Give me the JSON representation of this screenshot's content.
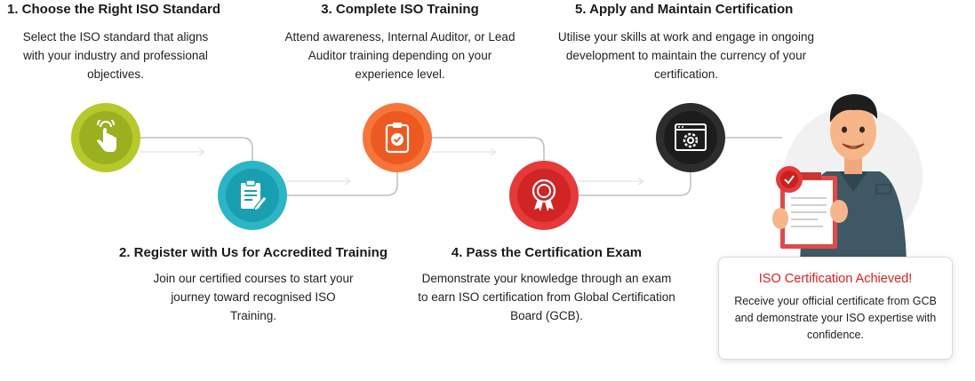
{
  "steps": [
    {
      "number": "1.",
      "title": "1. Choose the Right ISO Standard",
      "desc": "Select the ISO standard that aligns with your industry and professional objectives.",
      "color": "#b7c92a",
      "icon": "hand-pointer-icon"
    },
    {
      "number": "2.",
      "title": "2. Register with Us for Accredited Training",
      "desc": "Join our certified courses to start your journey toward recognised ISO Training.",
      "color": "#2bb5c5",
      "icon": "clipboard-edit-icon"
    },
    {
      "number": "3.",
      "title": "3. Complete ISO Training",
      "desc": "Attend awareness, Internal Auditor, or Lead Auditor training depending on your experience level.",
      "color": "#f7743a",
      "icon": "clipboard-check-icon"
    },
    {
      "number": "4.",
      "title": "4. Pass the Certification Exam",
      "desc": "Demonstrate your knowledge through an exam to earn ISO certification from Global Certification Board (GCB).",
      "color": "#e53a3a",
      "icon": "award-ribbon-icon"
    },
    {
      "number": "5.",
      "title": "5. Apply and Maintain Certification",
      "desc": "Utilise your skills at work and engage in ongoing development to maintain the currency of your certification.",
      "color": "#2d2d2d",
      "icon": "browser-gear-icon"
    }
  ],
  "badge": {
    "title": "ISO Certification Achieved!",
    "desc": "Receive your official certificate from GCB and demonstrate your ISO expertise with confidence.",
    "title_color": "#e02020"
  },
  "illustration": "man-holding-certificate"
}
